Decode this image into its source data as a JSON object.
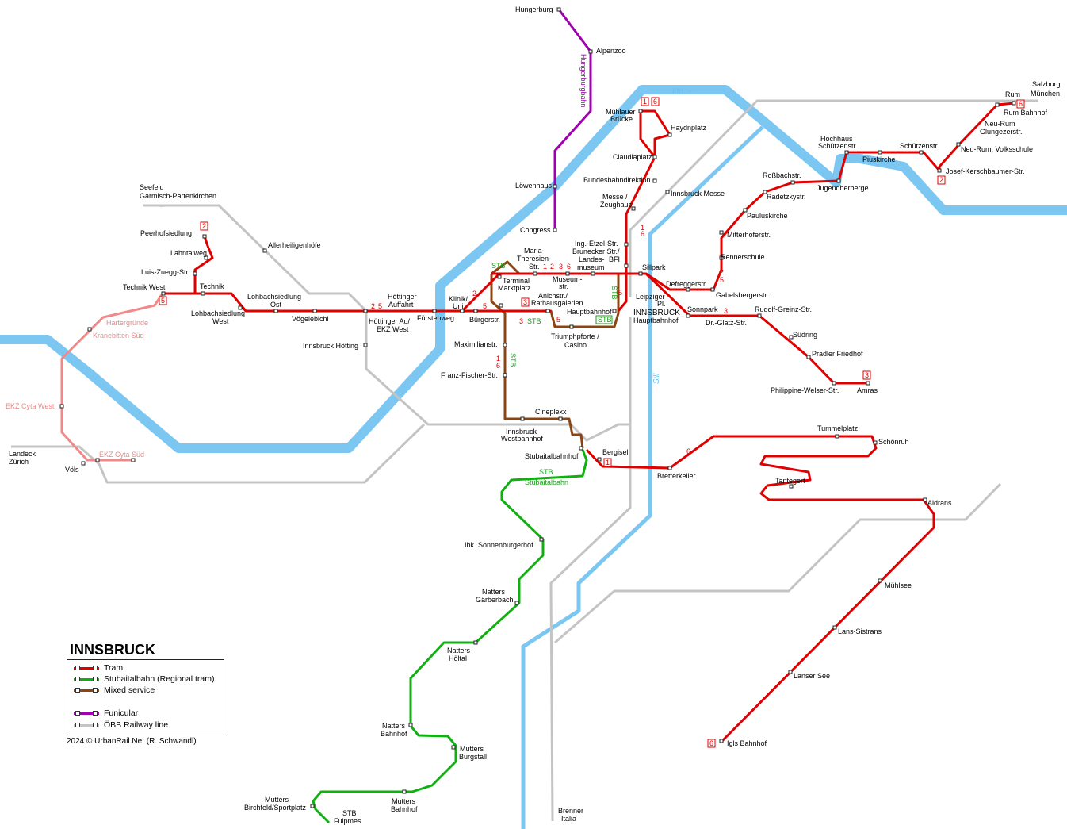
{
  "title": "INNSBRUCK",
  "credit": "2024 © UrbanRail.Net (R. Schwandl)",
  "river_labels": {
    "inn": "Inn →",
    "sill": "Sill"
  },
  "colors": {
    "tram": "#e00000",
    "stb": "#11b011",
    "mixed": "#8b4513",
    "funicular": "#a000b0",
    "rail": "#c4c4c4",
    "river": "#7cc6f2",
    "closed": "#f08a8a"
  },
  "legend": [
    {
      "label": "Tram",
      "color": "#e00000"
    },
    {
      "label": "Stubaitalbahn (Regional tram)",
      "color": "#11b011"
    },
    {
      "label": "Mixed service",
      "color": "#8b4513"
    },
    {
      "label": "Funicular",
      "color": "#a000b0"
    },
    {
      "label": "ÖBB Railway line",
      "color": "#c4c4c4"
    }
  ],
  "line_badges": [
    "1",
    "6",
    "2",
    "5",
    "3",
    "5",
    "3",
    "1",
    "6",
    "6",
    "STB",
    "2",
    "3",
    "1",
    "6",
    "5",
    "3",
    "2",
    "5",
    "6",
    "3",
    "5"
  ],
  "stations": {
    "hungerburg": "Hungerburg",
    "alpenzoo": "Alpenzoo",
    "hungerburgbahn": "Hungerburgbahn",
    "loewenhaus": "Löwenhaus",
    "congress": "Congress",
    "muehlauer": "Mühlauer",
    "bruecke": "Brücke",
    "haydnplatz": "Haydnplatz",
    "claudiaplatz": "Claudiaplatz",
    "bundesbahndirektion": "Bundesbahndirektion",
    "innsbruck_messe": "Innsbruck Messe",
    "messe": "Messe /",
    "zeughaus": "Zeughaus",
    "etzel": "Ing.-Etzel-Str.",
    "brunecker": "Brunecker Str./",
    "bfi": "BFI",
    "sillpark": "Sillpark",
    "maria": "Maria-",
    "theresien": "Theresien-",
    "str": "Str.",
    "landes": "Landes-",
    "museum": "museum",
    "museumstr": "Museum-",
    "museumstr2": "str.",
    "terminal": "Terminal",
    "marktplatz": "Marktplatz",
    "klinik": "Klinik/",
    "uni": "Uni",
    "buergerstr": "Bürgerstr.",
    "anichstr": "Anichstr./",
    "rathaus": "Rathausgalerien",
    "hauptbahnhof": "Hauptbahnhof",
    "triumph": "Triumphpforte /",
    "casino": "Casino",
    "leipziger": "Leipziger",
    "pl": "Pl.",
    "ibk": "INNSBRUCK",
    "ibk_hbf": "Hauptbahnhof",
    "defregger": "Defreggerstr.",
    "gabelsberger": "Gabelsbergerstr.",
    "sonnpark": "Sonnpark",
    "glatz": "Dr.-Glatz-Str.",
    "greinz": "Rudolf-Greinz-Str.",
    "suedring": "Südring",
    "pradler": "Pradler Friedhof",
    "philippine": "Philippine-Welser-Str.",
    "amras": "Amras",
    "mitterhofer": "Mitterhoferstr.",
    "renner": "Rennerschule",
    "pauluskirche": "Pauluskirche",
    "radetzky": "Radetzkystr.",
    "rossbach": "Roßbachstr.",
    "jugendherberge": "Jugendherberge",
    "hochhaus": "Hochhaus",
    "schuetzenstr1": "Schützenstr.",
    "piuskirche": "Piuskirche",
    "schuetzenstr": "Schützenstr.",
    "kerschbaumer": "Josef-Kerschbaumer-Str.",
    "volksschule": "Neu-Rum, Volksschule",
    "neurum": "Neu-Rum",
    "glungezer": "Glungezerstr.",
    "rum": "Rum",
    "rumbhf": "Rum Bahnhof",
    "salzburg": "Salzburg",
    "muenchen": "München",
    "seefeld": "Seefeld",
    "garmisch": "Garmisch-Partenkirchen",
    "allerheiligen": "Allerheiligenhöfe",
    "peerhof": "Peerhofsiedlung",
    "lahntal": "Lahntalweg",
    "zuegg": "Luis-Zuegg-Str.",
    "technikwest": "Technik West",
    "technik": "Technik",
    "lohbachost": "Lohbachsiedlung",
    "lohbachost2": "Ost",
    "lohbachwest": "Lohbachsiedlung",
    "lohbachwest2": "West",
    "voegelebichl": "Vögelebichl",
    "hoettingeraufahrt": "Höttinger",
    "aufahrt": "Auffahrt",
    "hoettingerau": "Höttinger Au/",
    "ekzwest": "EKZ West",
    "fuerstenweg": "Fürstenweg",
    "hoetting": "Innsbruck Hötting",
    "hartergruende": "Hartergründe",
    "kranebitten": "Kranebitten Süd",
    "ekzcyta": "EKZ Cyta West",
    "ekzcytasued": "EKZ Cyta Süd",
    "landeck": "Landeck",
    "zuerich": "Zürich",
    "voels": "Völs",
    "maximilian": "Maximilianstr.",
    "franzfischer": "Franz-Fischer-Str.",
    "cineplexx": "Cineplexx",
    "westbhf": "Innsbruck",
    "westbhf2": "Westbahnhof",
    "stubaitalbhf": "Stubaitalbahnhof",
    "bergisel": "Bergisel",
    "bretterkeller": "Bretterkeller",
    "stb": "STB",
    "stubaitalbahn": "Stubaitalbahn",
    "tummelplatz": "Tummelplatz",
    "schoenruh": "Schönruh",
    "tantegert": "Tantegert",
    "aldrans": "Aldrans",
    "muehlsee": "Mühlsee",
    "lanssistrans": "Lans-Sistrans",
    "lansersee": "Lanser See",
    "igls": "Igls Bahnhof",
    "sonnenburgerhof": "Ibk. Sonnenburgerhof",
    "natters": "Natters",
    "gaerberbach": "Gärberbach",
    "nattershoeltal": "Natters",
    "hoeltal": "Höltal",
    "nattersbhf": "Natters",
    "bahnhof": "Bahnhof",
    "mutters": "Mutters",
    "burgstall": "Burgstall",
    "muttersbhf": "Mutters",
    "muttersbhf2": "Bahnhof",
    "birchfeld": "Mutters",
    "sportplatz": "Birchfeld/Sportplatz",
    "fulpmes": "Fulpmes",
    "brenner": "Brenner",
    "italia": "Italia"
  }
}
